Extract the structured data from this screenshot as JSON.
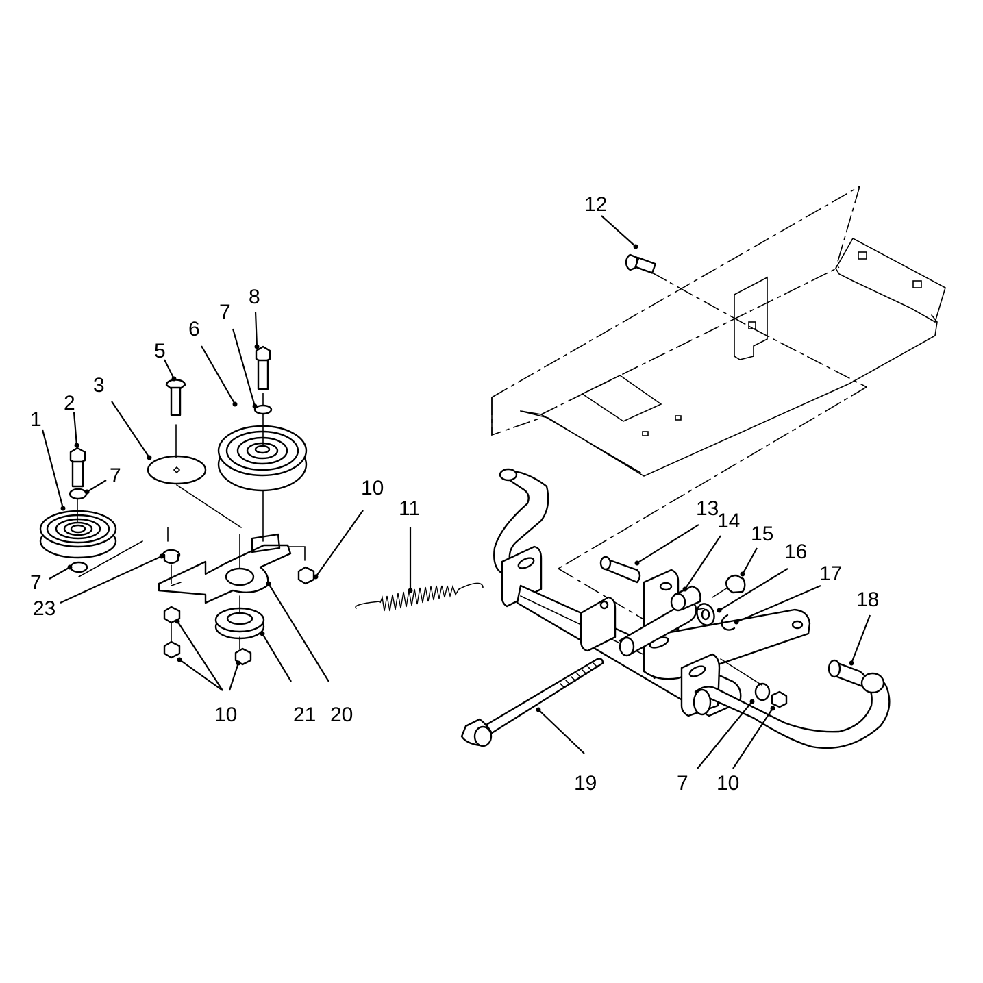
{
  "callouts": {
    "c1": "1",
    "c2": "2",
    "c3": "3",
    "c5": "5",
    "c6": "6",
    "c7a": "7",
    "c7b": "7",
    "c7c": "7",
    "c7d": "7",
    "c8": "8",
    "c10a": "10",
    "c10b": "10",
    "c10c": "10",
    "c11": "11",
    "c12": "12",
    "c13": "13",
    "c14": "14",
    "c15": "15",
    "c16": "16",
    "c17": "17",
    "c18": "18",
    "c19": "19",
    "c20": "20",
    "c21": "21",
    "c23": "23"
  }
}
